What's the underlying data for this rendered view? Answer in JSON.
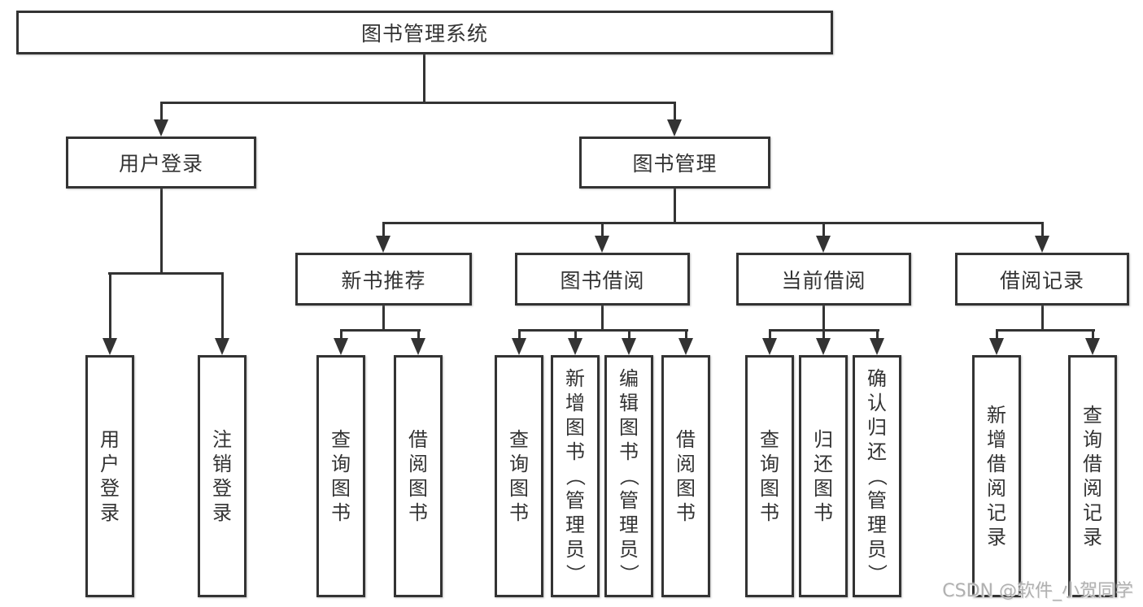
{
  "page": {
    "background": "#ffffff"
  },
  "colors": {
    "line": "#333333",
    "box_border": "#333333",
    "text": "#333333",
    "watermark": "#b0b0b0"
  },
  "diagram": {
    "root": {
      "label": "图书管理系统"
    },
    "level2": [
      {
        "label": "用户登录"
      },
      {
        "label": "图书管理"
      }
    ],
    "level3": [
      {
        "label": "新书推荐"
      },
      {
        "label": "图书借阅"
      },
      {
        "label": "当前借阅"
      },
      {
        "label": "借阅记录"
      }
    ],
    "leaves": {
      "user_login": [
        "用户登录",
        "注销登录"
      ],
      "new_books": [
        "查询图书",
        "借阅图书"
      ],
      "book_borrow": [
        "查询图书",
        "新增图书（管理员）",
        "编辑图书（管理员）",
        "借阅图书"
      ],
      "current_borrow": [
        "查询图书",
        "归还图书",
        "确认归还（管理员）"
      ],
      "borrow_records": [
        "新增借阅记录",
        "查询借阅记录"
      ]
    }
  },
  "watermark": {
    "text": "CSDN @软件_小贺同学"
  }
}
